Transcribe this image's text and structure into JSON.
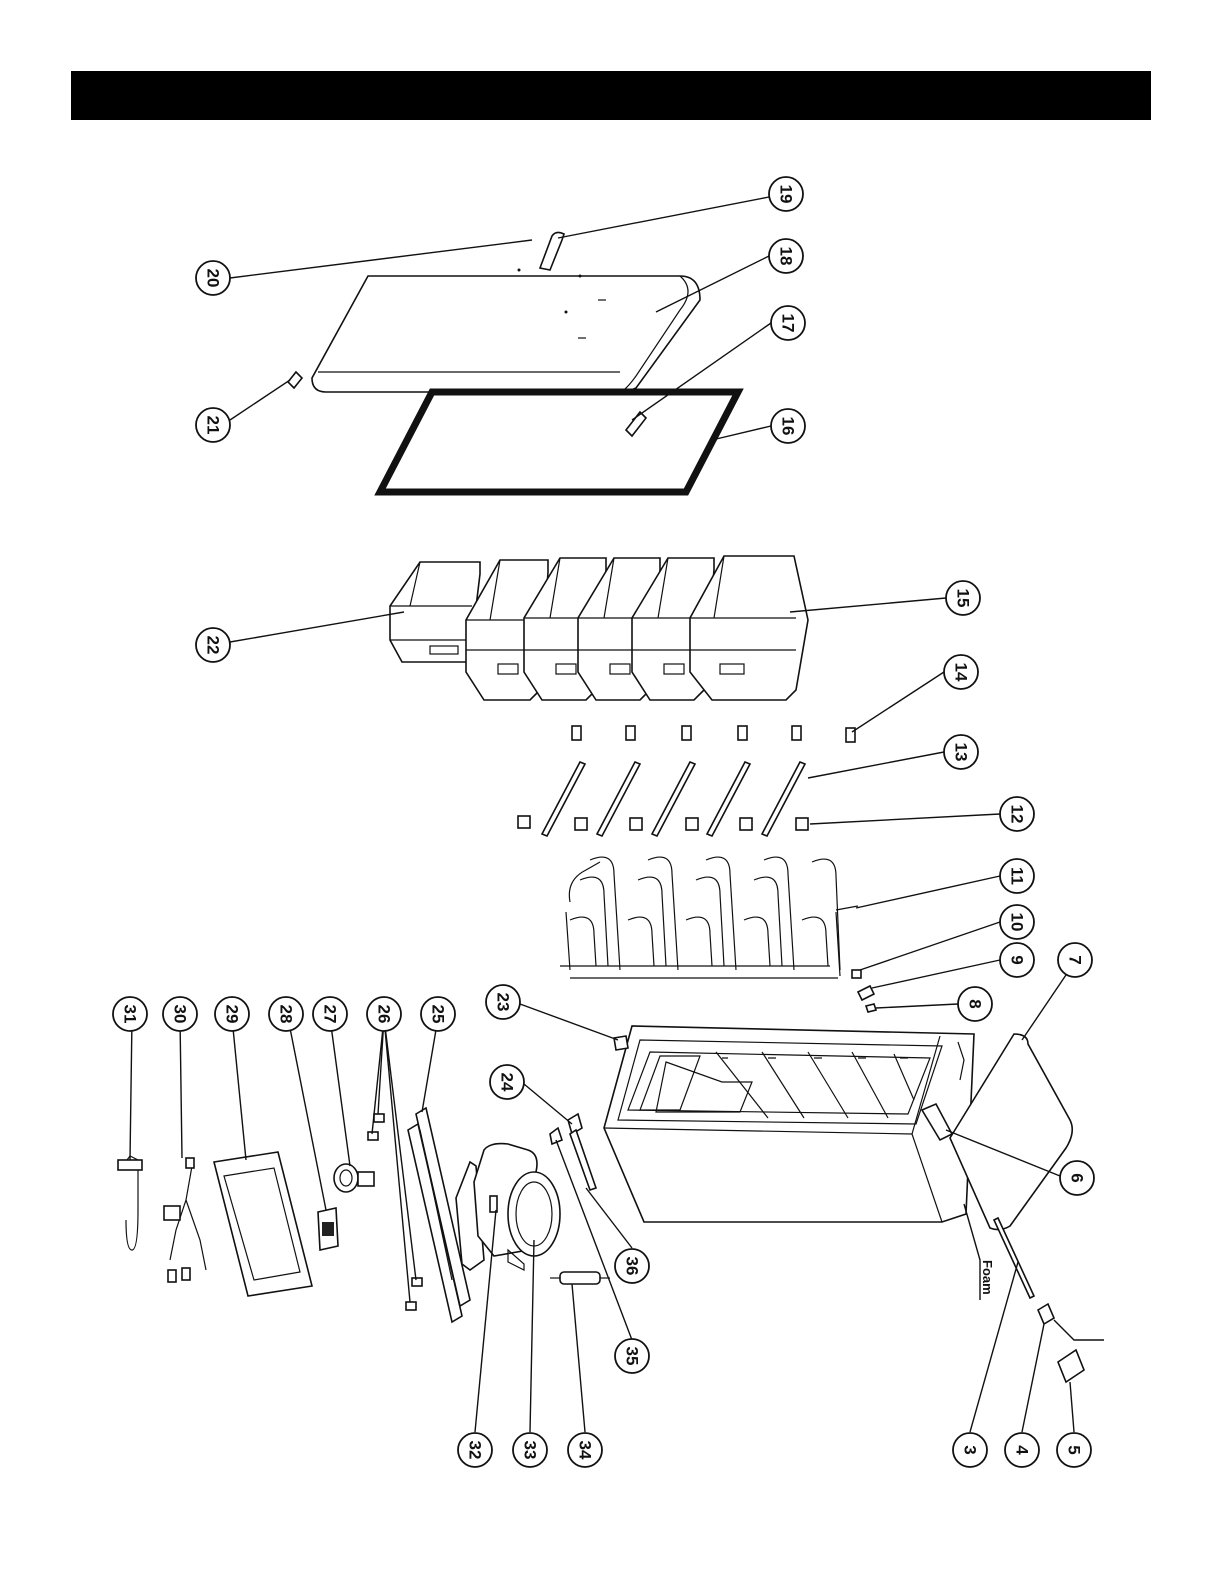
{
  "header": {
    "title": ""
  },
  "callouts": [
    {
      "id": "callout-19",
      "label": "19"
    },
    {
      "id": "callout-18",
      "label": "18"
    },
    {
      "id": "callout-17",
      "label": "17"
    },
    {
      "id": "callout-16",
      "label": "16"
    },
    {
      "id": "callout-20",
      "label": "20"
    },
    {
      "id": "callout-21",
      "label": "21"
    },
    {
      "id": "callout-22",
      "label": "22"
    },
    {
      "id": "callout-15",
      "label": "15"
    },
    {
      "id": "callout-14",
      "label": "14"
    },
    {
      "id": "callout-13",
      "label": "13"
    },
    {
      "id": "callout-12",
      "label": "12"
    },
    {
      "id": "callout-11",
      "label": "11"
    },
    {
      "id": "callout-10",
      "label": "10"
    },
    {
      "id": "callout-9",
      "label": "9"
    },
    {
      "id": "callout-8",
      "label": "8"
    },
    {
      "id": "callout-7",
      "label": "7"
    },
    {
      "id": "callout-6",
      "label": "6"
    },
    {
      "id": "callout-23",
      "label": "23"
    },
    {
      "id": "callout-24",
      "label": "24"
    },
    {
      "id": "callout-25",
      "label": "25"
    },
    {
      "id": "callout-26",
      "label": "26"
    },
    {
      "id": "callout-27",
      "label": "27"
    },
    {
      "id": "callout-28",
      "label": "28"
    },
    {
      "id": "callout-29",
      "label": "29"
    },
    {
      "id": "callout-30",
      "label": "30"
    },
    {
      "id": "callout-31",
      "label": "31"
    },
    {
      "id": "callout-36",
      "label": "36"
    },
    {
      "id": "callout-35",
      "label": "35"
    },
    {
      "id": "callout-32",
      "label": "32"
    },
    {
      "id": "callout-33",
      "label": "33"
    },
    {
      "id": "callout-34",
      "label": "34"
    },
    {
      "id": "callout-3",
      "label": "3"
    },
    {
      "id": "callout-4",
      "label": "4"
    },
    {
      "id": "callout-5",
      "label": "5"
    }
  ],
  "annotations": {
    "foam_label": "Foam"
  }
}
